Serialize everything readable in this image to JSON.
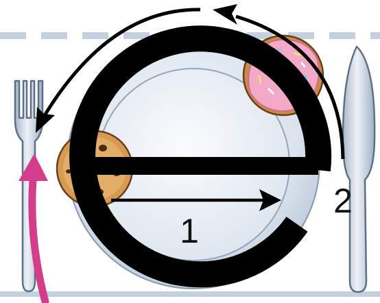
{
  "labels": {
    "step_one": "1",
    "step_two": "2"
  },
  "icons": [
    "fork-icon",
    "knife-icon",
    "plate-icon",
    "donut-icon",
    "cookie-icon",
    "letter-e-glyph",
    "arrow-icon"
  ],
  "colors": {
    "background": "#ffffff",
    "placemat_line": "#c3d0df",
    "plate_fill": "#dde5ef",
    "plate_rim": "#95a5b8",
    "cutlery": "#c7d2de",
    "cutlery_outline": "#5b6f86",
    "glyph": "#000000",
    "arrow": "#000000",
    "pink_arrow": "#d43d8c",
    "donut_dough": "#c98b4c",
    "donut_icing": "#f3a9c7",
    "cookie": "#d69a52",
    "chocolate_chip": "#4a2a16"
  }
}
